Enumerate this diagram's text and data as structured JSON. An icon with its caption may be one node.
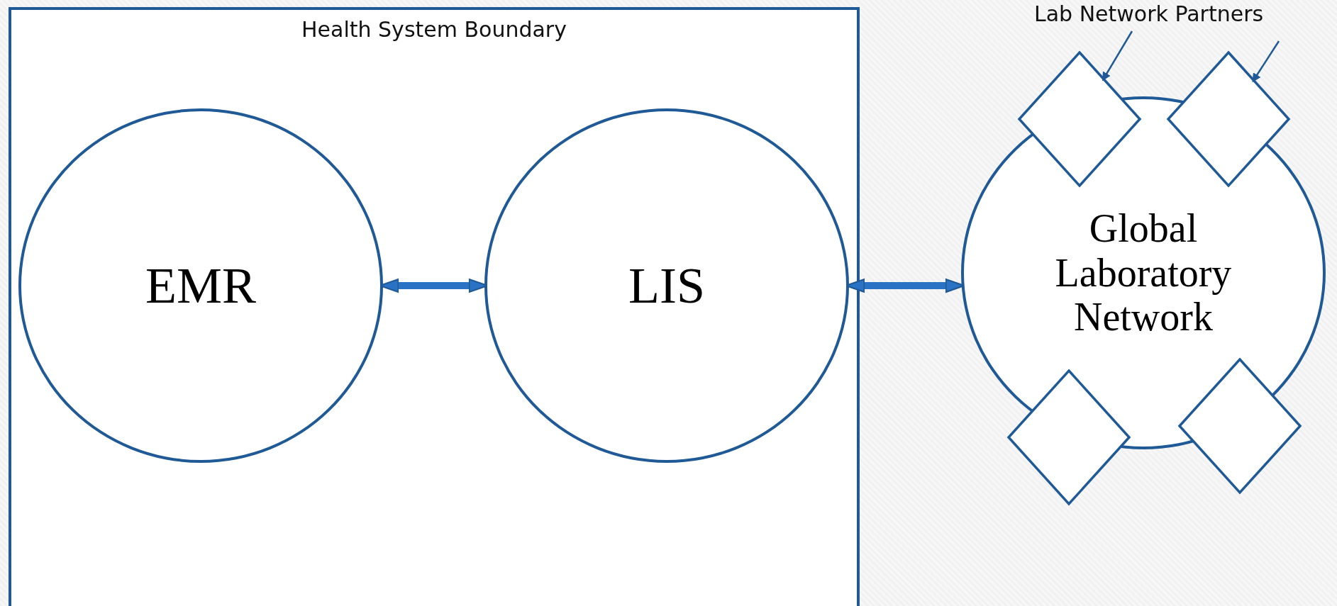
{
  "diagram": {
    "nodes": [
      {
        "text": [
          "Health System Boundary"
        ]
      },
      {
        "text": [
          "EMR"
        ],
        "in": 0
      },
      {
        "text": [
          "LIS"
        ],
        "in": 0
      },
      {
        "text": [
          "Global Laboratory Network"
        ]
      },
      {
        "text": [
          "Lab Network Partners"
        ]
      },
      {
        "text": [],
        "shape": "diamond"
      },
      {
        "text": [],
        "shape": "diamond"
      },
      {
        "text": [],
        "shape": "diamond"
      },
      {
        "text": [],
        "shape": "diamond"
      }
    ],
    "edges": [
      {
        "from": 1,
        "to": 2,
        "arrow": "both",
        "style": "thick"
      },
      {
        "from": 2,
        "to": 3,
        "arrow": "both",
        "style": "thick"
      },
      {
        "from": 4,
        "to": 5,
        "arrow": "to"
      },
      {
        "from": 4,
        "to": 6,
        "arrow": "to"
      }
    ]
  }
}
